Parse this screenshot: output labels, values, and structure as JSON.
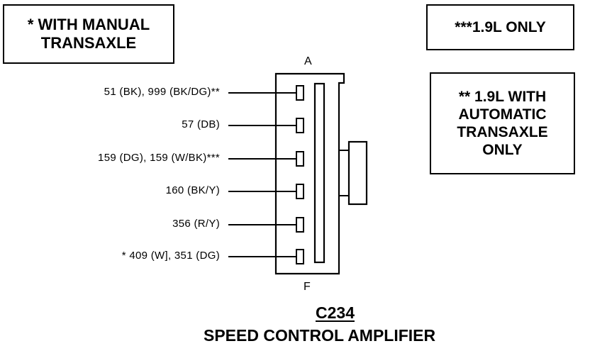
{
  "notes": {
    "manual": [
      "* WITH MANUAL",
      "TRANSAXLE"
    ],
    "only19": "***1.9L ONLY",
    "automatic": [
      "** 1.9L WITH",
      "AUTOMATIC",
      "TRANSAXLE",
      "ONLY"
    ]
  },
  "pin_labels": {
    "top": "A",
    "bottom": "F"
  },
  "wires": [
    "51 (BK), 999 (BK/DG)**",
    "57 (DB)",
    "159 (DG), 159 (W/BK)***",
    "160 (BK/Y)",
    "356 (R/Y)",
    "* 409 (W], 351 (DG)"
  ],
  "connector": {
    "id": "C234",
    "name": "SPEED CONTROL AMPLIFIER"
  }
}
